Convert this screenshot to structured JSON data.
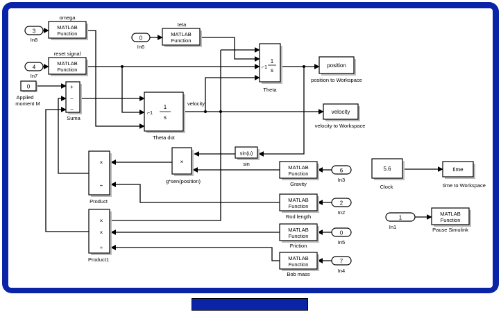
{
  "diagram": {
    "ports_in": [
      {
        "id": "in8",
        "value": "3",
        "label": "In8"
      },
      {
        "id": "in6",
        "value": "0",
        "label": "In6"
      },
      {
        "id": "in7",
        "value": "4",
        "label": "In7"
      },
      {
        "id": "in3",
        "value": "6",
        "label": "In3"
      },
      {
        "id": "in2",
        "value": "2",
        "label": "In2"
      },
      {
        "id": "in5",
        "value": "0",
        "label": "In5"
      },
      {
        "id": "in4",
        "value": "7",
        "label": "In4"
      },
      {
        "id": "in1",
        "value": "1",
        "label": "In1"
      }
    ],
    "constant": {
      "value": "0",
      "label_line1": "Applied",
      "label_line2": "moment M"
    },
    "fcn_text_line1": "MATLAB",
    "fcn_text_line2": "Function",
    "fcn_blocks": [
      {
        "id": "omega",
        "top_label": "omega",
        "bottom_label": ""
      },
      {
        "id": "teta",
        "top_label": "teta",
        "bottom_label": ""
      },
      {
        "id": "reset",
        "top_label": "reset signal",
        "bottom_label": ""
      },
      {
        "id": "gravity",
        "top_label": "",
        "bottom_label": "Gravity"
      },
      {
        "id": "rodlength",
        "top_label": "",
        "bottom_label": "Rod length"
      },
      {
        "id": "friction",
        "top_label": "",
        "bottom_label": "Friction"
      },
      {
        "id": "bobmass",
        "top_label": "",
        "bottom_label": "Bob mass"
      },
      {
        "id": "pause",
        "top_label": "",
        "bottom_label": "Pause Simulink"
      }
    ],
    "integrators": [
      {
        "id": "theta",
        "num": "1",
        "den": "s",
        "reset_mark": "⌐1",
        "label": "Theta"
      },
      {
        "id": "thetadot",
        "num": "1",
        "den": "s",
        "reset_mark": "⌐1",
        "label": "Theta dot"
      }
    ],
    "sum": {
      "label": "Suma",
      "signs": [
        "+",
        "−",
        "−"
      ]
    },
    "products": [
      {
        "id": "product",
        "label": "Product",
        "signs": [
          "×",
          "÷"
        ]
      },
      {
        "id": "product1",
        "label": "Product1",
        "signs": [
          "×",
          "×",
          "÷"
        ]
      }
    ],
    "gain_product": {
      "label": "g*sen(position)",
      "sign": "×"
    },
    "sin_block": {
      "text": "sin(u)",
      "label": "sin"
    },
    "clock": {
      "text": "5.6",
      "label": "Clock"
    },
    "workspace": [
      {
        "id": "position",
        "text": "position",
        "label": "position to Workspace"
      },
      {
        "id": "velocity",
        "text": "velocity",
        "label": "velocity to Workspace"
      },
      {
        "id": "time",
        "text": "time",
        "label": "time to Workspace"
      }
    ],
    "signals": {
      "velocity": "velocity"
    }
  },
  "colors": {
    "frame": "#0a24a8",
    "canvas": "#ffffff",
    "bottom_bar": "#0a24a8"
  }
}
